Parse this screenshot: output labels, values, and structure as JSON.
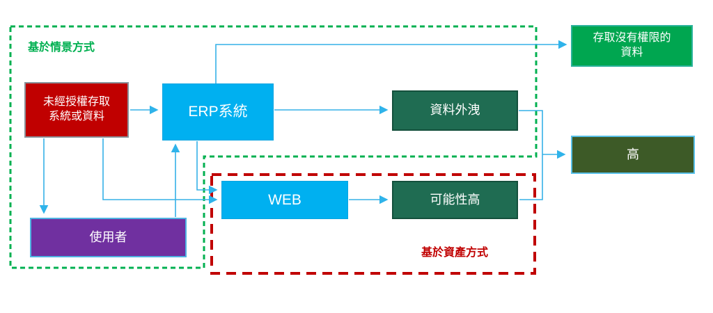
{
  "diagram": {
    "title_context": "risk assessment flow diagram",
    "groups": {
      "scenario": {
        "label": "基於情景方式",
        "border_color": "#00B050",
        "style": "dashed"
      },
      "asset": {
        "label": "基於資產方式",
        "border_color": "#C00000",
        "style": "dashed"
      }
    },
    "nodes": {
      "threat": {
        "label_line1": "未經授權存取",
        "label_line2": "系統或資料",
        "fill": "#C00000",
        "text_color": "#FFFFFF"
      },
      "erp": {
        "label": "ERP系統",
        "fill": "#00B0F0",
        "text_color": "#FFFFFF"
      },
      "leak": {
        "label": "資料外洩",
        "fill": "#1F6C52",
        "text_color": "#FFFFFF"
      },
      "unauth": {
        "label_line1": "存取沒有權限的",
        "label_line2": "資料",
        "fill": "#00A650",
        "text_color": "#FFFFFF"
      },
      "high": {
        "label": "高",
        "fill": "#3D5A27",
        "text_color": "#FFFFFF"
      },
      "user": {
        "label": "使用者",
        "fill": "#7030A0",
        "text_color": "#FFFFFF"
      },
      "web": {
        "label": "WEB",
        "fill": "#00B0F0",
        "text_color": "#FFFFFF"
      },
      "likelihood": {
        "label": "可能性高",
        "fill": "#1F6C52",
        "text_color": "#FFFFFF"
      }
    },
    "edges": [
      {
        "from": "threat",
        "to": "erp"
      },
      {
        "from": "erp",
        "to": "unauth"
      },
      {
        "from": "erp",
        "to": "leak"
      },
      {
        "from": "leak",
        "to": "high"
      },
      {
        "from": "likelihood",
        "to": "high"
      },
      {
        "from": "threat",
        "to": "user"
      },
      {
        "from": "threat",
        "to": "web"
      },
      {
        "from": "erp",
        "to": "web"
      },
      {
        "from": "user",
        "to": "erp"
      },
      {
        "from": "web",
        "to": "likelihood"
      }
    ],
    "connector_color": "#35B1E7"
  }
}
